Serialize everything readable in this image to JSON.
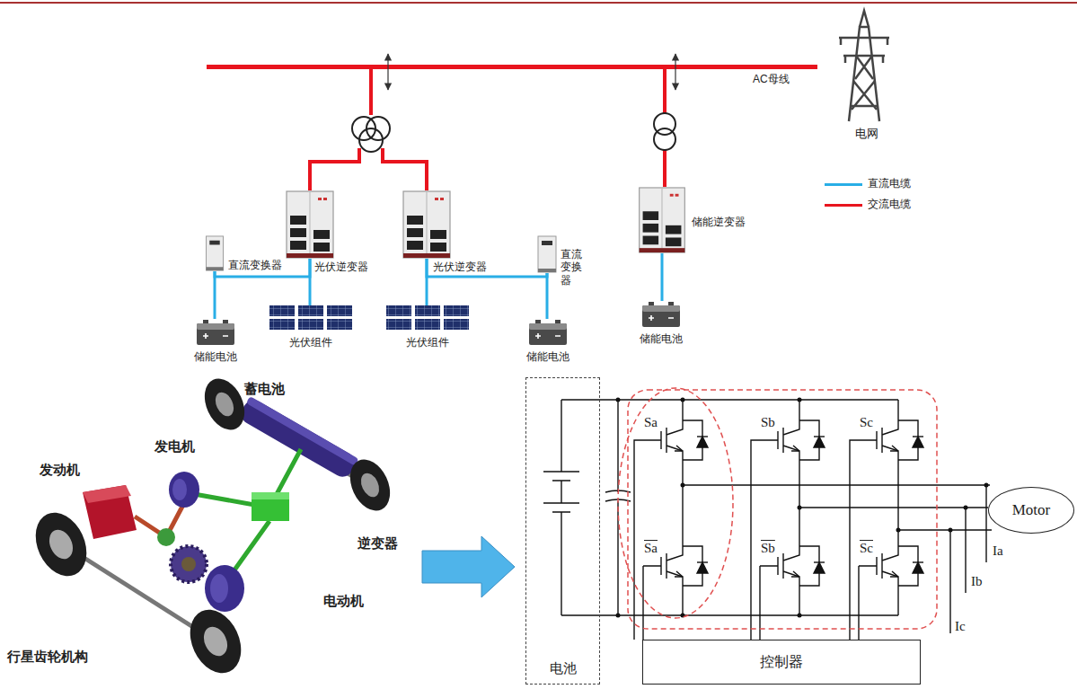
{
  "diagram": {
    "nodes": [
      {
        "text": [
          "光伏逆变器"
        ]
      },
      {
        "text": [
          "光伏逆变器"
        ]
      },
      {
        "text": [
          "储能逆变器"
        ]
      },
      {
        "text": [
          "直流变换器"
        ]
      },
      {
        "text": [
          "直流 变换器"
        ]
      },
      {
        "text": [
          "光伏组件"
        ]
      },
      {
        "text": [
          "光伏组件"
        ]
      },
      {
        "text": [
          "储能电池"
        ]
      },
      {
        "text": [
          "储能电池"
        ]
      },
      {
        "text": [
          "储能电池"
        ]
      },
      {
        "text": [
          "电池"
        ]
      },
      {
        "text": [
          "控制器"
        ]
      },
      {
        "text": [
          "Motor"
        ]
      }
    ],
    "edges": [
      {
        "from": 3,
        "to": 0,
        "arrow": "none"
      },
      {
        "from": 5,
        "to": 0,
        "arrow": "none"
      },
      {
        "from": 7,
        "to": 3,
        "arrow": "none"
      },
      {
        "from": 4,
        "to": 1,
        "arrow": "none"
      },
      {
        "from": 6,
        "to": 1,
        "arrow": "none"
      },
      {
        "from": 8,
        "to": 4,
        "arrow": "none"
      },
      {
        "from": 9,
        "to": 2,
        "arrow": "none"
      }
    ],
    "labels": [
      "AC母线",
      "电网",
      "蓄电池",
      "发电机",
      "发动机",
      "逆变器",
      "电动机",
      "行星齿轮机构",
      "Sa",
      "Sb",
      "Sc",
      "Sa",
      "Sb",
      "Sc",
      "Ia",
      "Ib",
      "Ic"
    ],
    "legend": [
      {
        "text": "直流电缆",
        "color": "#29aee6"
      },
      {
        "text": "交流电缆",
        "color": "#e8141e"
      }
    ]
  }
}
